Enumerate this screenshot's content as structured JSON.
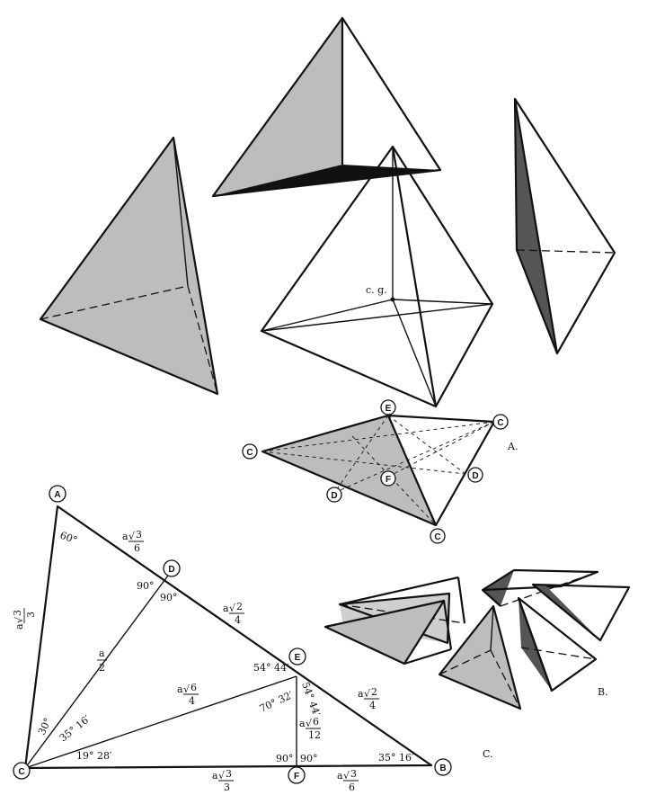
{
  "figure_labels": {
    "a": "A.",
    "b": "B.",
    "c": "C.",
    "cg": "c. g."
  },
  "vertices_top": {
    "c_left": "C",
    "e": "E",
    "c_right": "C",
    "d_right": "D",
    "f": "F",
    "d_low": "D",
    "c_bottom": "C"
  },
  "triangle": {
    "vertices": {
      "a": "A",
      "d": "D",
      "e": "E",
      "c": "C",
      "f": "F",
      "b": "B"
    },
    "angles": {
      "at_a": "60°",
      "at_d_left": "90°",
      "at_d_right": "90°",
      "at_e_top": "54° 44′",
      "at_e_left": "70° 32′",
      "at_e_right": "54° 44′",
      "at_f_left": "90°",
      "at_f_right": "90°",
      "at_b": "35° 16′",
      "at_c_top": "30°",
      "at_c_mid": "35° 16′",
      "at_c_low": "19° 28′"
    },
    "lengths": {
      "ad_coef": "a",
      "ad_rad": "3",
      "ad_den": "6",
      "de_coef": "a",
      "de_rad": "2",
      "de_den": "4",
      "eb_coef": "a",
      "eb_rad": "2",
      "eb_den": "4",
      "ac_coef": "a",
      "ac_rad": "3",
      "ac_den": "3",
      "cd_num": "a",
      "cd_den": "2",
      "ce_coef": "a",
      "ce_rad": "6",
      "ce_den": "4",
      "ef_coef": "a",
      "ef_rad": "6",
      "ef_den": "12",
      "cf_coef": "a",
      "cf_rad": "3",
      "cf_den": "3",
      "fb_coef": "a",
      "fb_rad": "3",
      "fb_den": "6"
    }
  }
}
